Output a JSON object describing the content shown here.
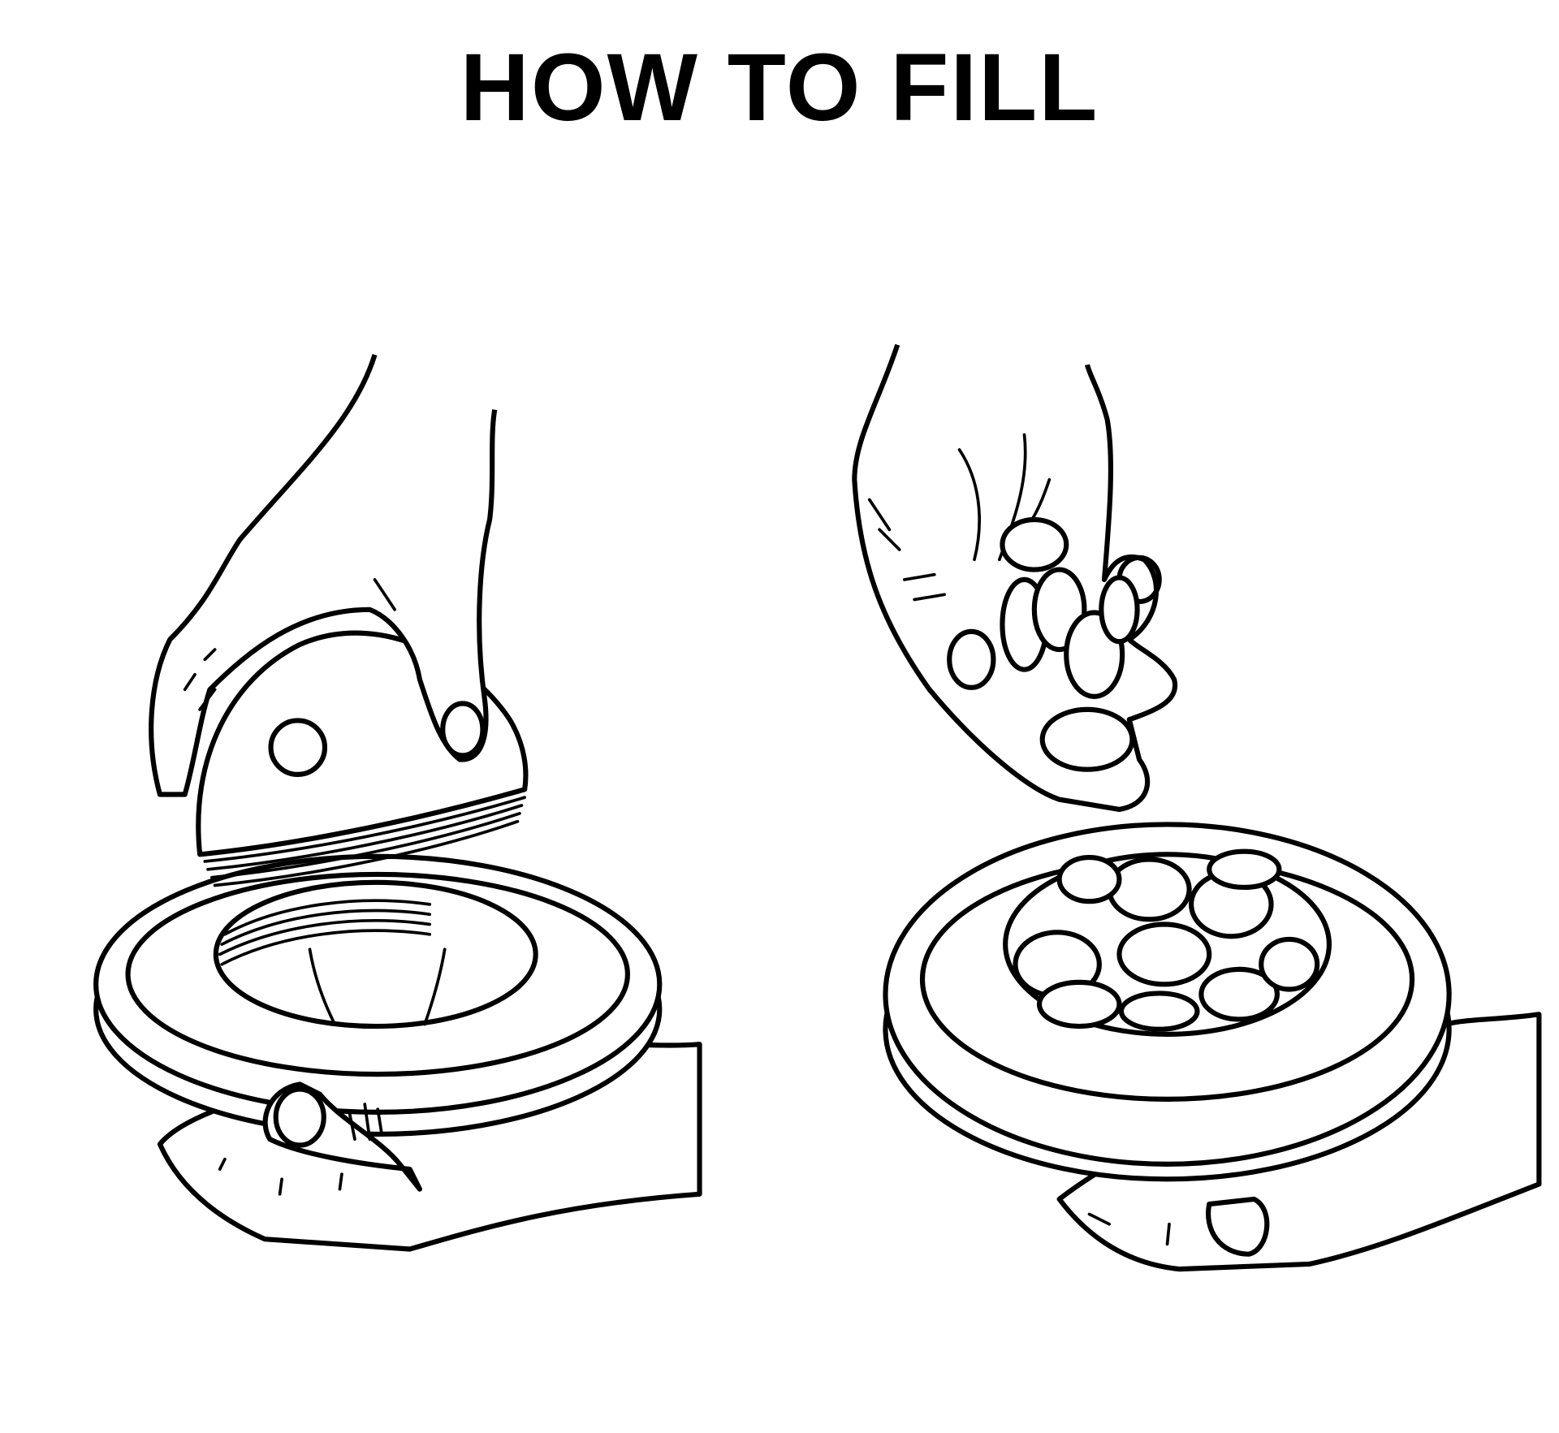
{
  "title": "HOW TO FILL",
  "steps": [
    {
      "name": "unscrew-lid",
      "icon": "hand-unscrewing-lid-icon"
    },
    {
      "name": "add-contents",
      "icon": "hand-pouring-contents-icon"
    }
  ]
}
